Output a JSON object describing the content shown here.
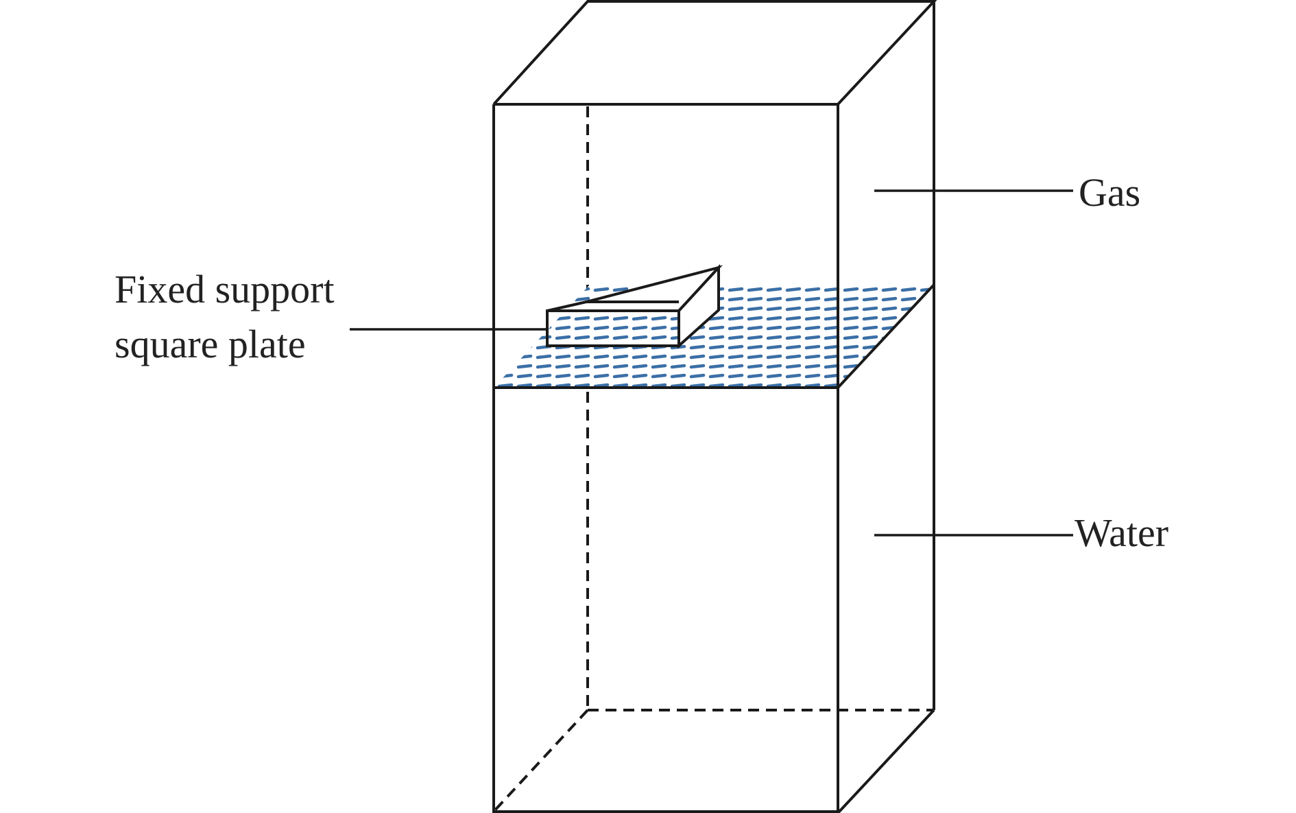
{
  "labels": {
    "gas": "Gas",
    "water": "Water",
    "plate_line1": "Fixed support",
    "plate_line2": "square plate"
  },
  "colors": {
    "line": "#1a1a1a",
    "water_surface_hatch": "#3b6fa6",
    "background": "#ffffff"
  }
}
